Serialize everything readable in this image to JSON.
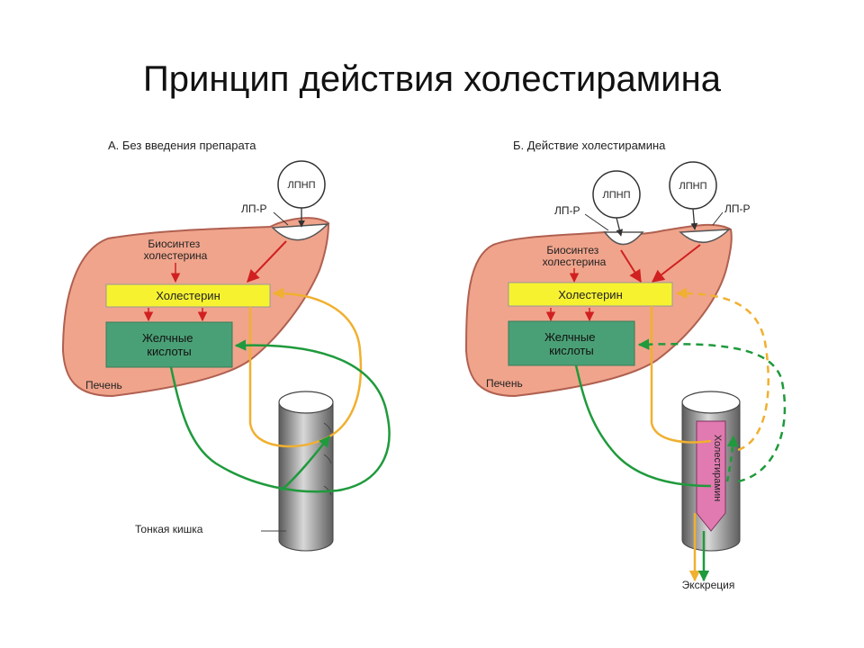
{
  "slide": {
    "title": "Принцип действия холестирамина"
  },
  "panel_a": {
    "heading": "А. Без введения препарата",
    "ldl": "ЛПНП",
    "receptor": "ЛП-Р",
    "biosynthesis_line1": "Биосинтез",
    "biosynthesis_line2": "холестерина",
    "cholesterol": "Холестерин",
    "bile_line1": "Желчные",
    "bile_line2": "кислоты",
    "liver": "Печень",
    "intestine": "Тонкая кишка"
  },
  "panel_b": {
    "heading": "Б. Действие холестирамина",
    "ldl_left": "ЛПНП",
    "ldl_right": "ЛПНП",
    "receptor_left": "ЛП-Р",
    "receptor_right": "ЛП-Р",
    "biosynthesis_line1": "Биосинтез",
    "biosynthesis_line2": "холестерина",
    "cholesterol": "Холестерин",
    "bile_line1": "Желчные",
    "bile_line2": "кислоты",
    "liver": "Печень",
    "drug": "Холестирамин",
    "excretion": "Экскреция"
  },
  "colors": {
    "liver_fill": "#f0a48c",
    "liver_stroke": "#b06050",
    "cholesterol_box": "#f7f230",
    "bile_box": "#4aa076",
    "synthesis_arrow": "#d02020",
    "cholesterol_flow": "#f0b030",
    "bile_flow": "#1f9a3c",
    "drug_band": "#e07ab0",
    "intestine": "#8a8a8a"
  }
}
